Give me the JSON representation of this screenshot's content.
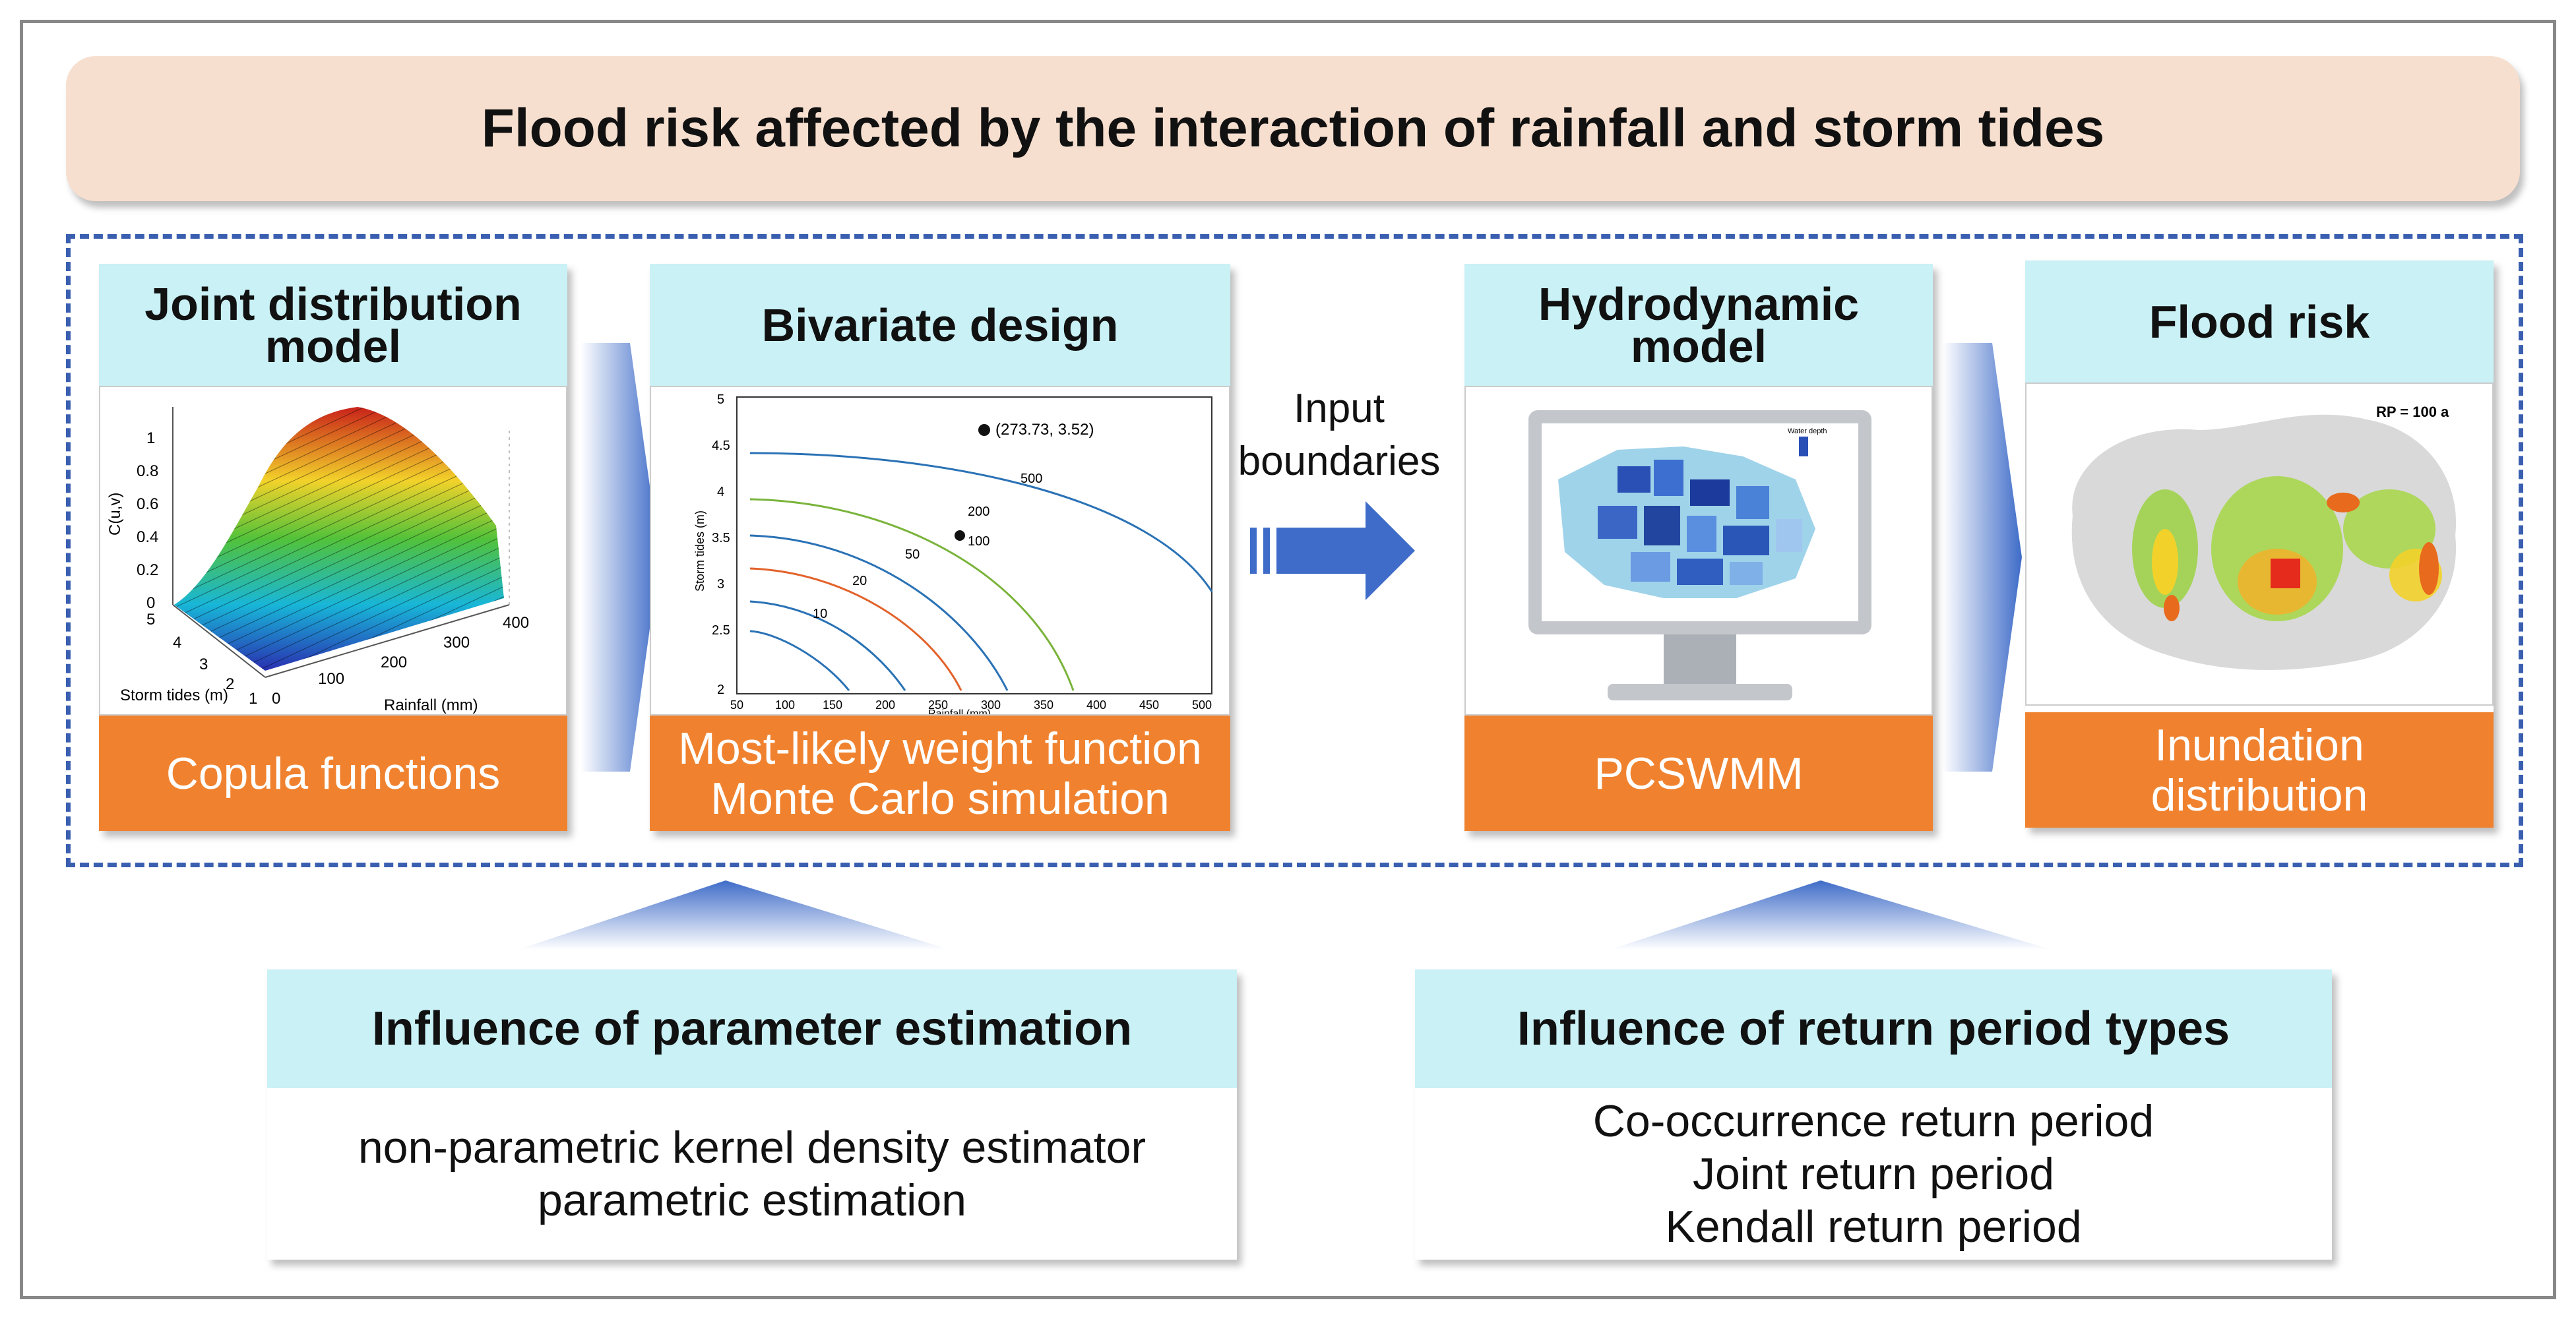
{
  "title": "Flood risk affected by the interaction of rainfall and storm tides",
  "panels": {
    "joint": {
      "header": "Joint distribution model",
      "footer": "Copula functions",
      "plot": {
        "zlabel": "C(u,v)",
        "xlabel": "Rainfall (mm)",
        "ylabel": "Storm tides (m)",
        "z_ticks": [
          "0",
          "0.2",
          "0.4",
          "0.6",
          "0.8",
          "1"
        ],
        "x_ticks": [
          "0",
          "100",
          "200",
          "300",
          "400"
        ],
        "y_ticks": [
          "1",
          "2",
          "3",
          "4",
          "5"
        ]
      }
    },
    "bivariate": {
      "header": "Bivariate design",
      "footer_lines": [
        "Most-likely weight function",
        "Monte Carlo simulation"
      ],
      "plot": {
        "point_label": "(273.73, 3.52)",
        "ylabel": "Storm tides (m)",
        "xlabel": "Rainfall (mm)",
        "x_ticks": [
          "50",
          "100",
          "150",
          "200",
          "250",
          "300",
          "350",
          "400",
          "450",
          "500"
        ],
        "y_ticks": [
          "2",
          "2.5",
          "3",
          "3.5",
          "4",
          "4.5",
          "5"
        ],
        "curve_labels": [
          "500",
          "200",
          "100",
          "50",
          "20",
          "10"
        ]
      }
    },
    "hydro": {
      "header": "Hydrodynamic model",
      "footer": "PCSWMM",
      "legend_label": "Water depth"
    },
    "risk": {
      "header": "Flood risk",
      "footer_lines": [
        "Inundation",
        "distribution"
      ],
      "rp_label": "RP = 100 a"
    }
  },
  "input_boundaries": [
    "Input",
    "boundaries"
  ],
  "lower": {
    "parameter": {
      "header": "Influence of  parameter estimation",
      "lines": [
        "non-parametric kernel density estimator",
        "parametric estimation"
      ]
    },
    "return_period": {
      "header": "Influence of  return period types",
      "lines": [
        "Co-occurrence return period",
        "Joint return period",
        "Kendall return period"
      ]
    }
  },
  "colors": {
    "header_cyan": "#c9f1f6",
    "footer_orange": "#f0822f",
    "banner_peach": "#f7dfcf",
    "arrow_blue": "#3f6cc8",
    "dash_blue": "#3a5fb0"
  }
}
